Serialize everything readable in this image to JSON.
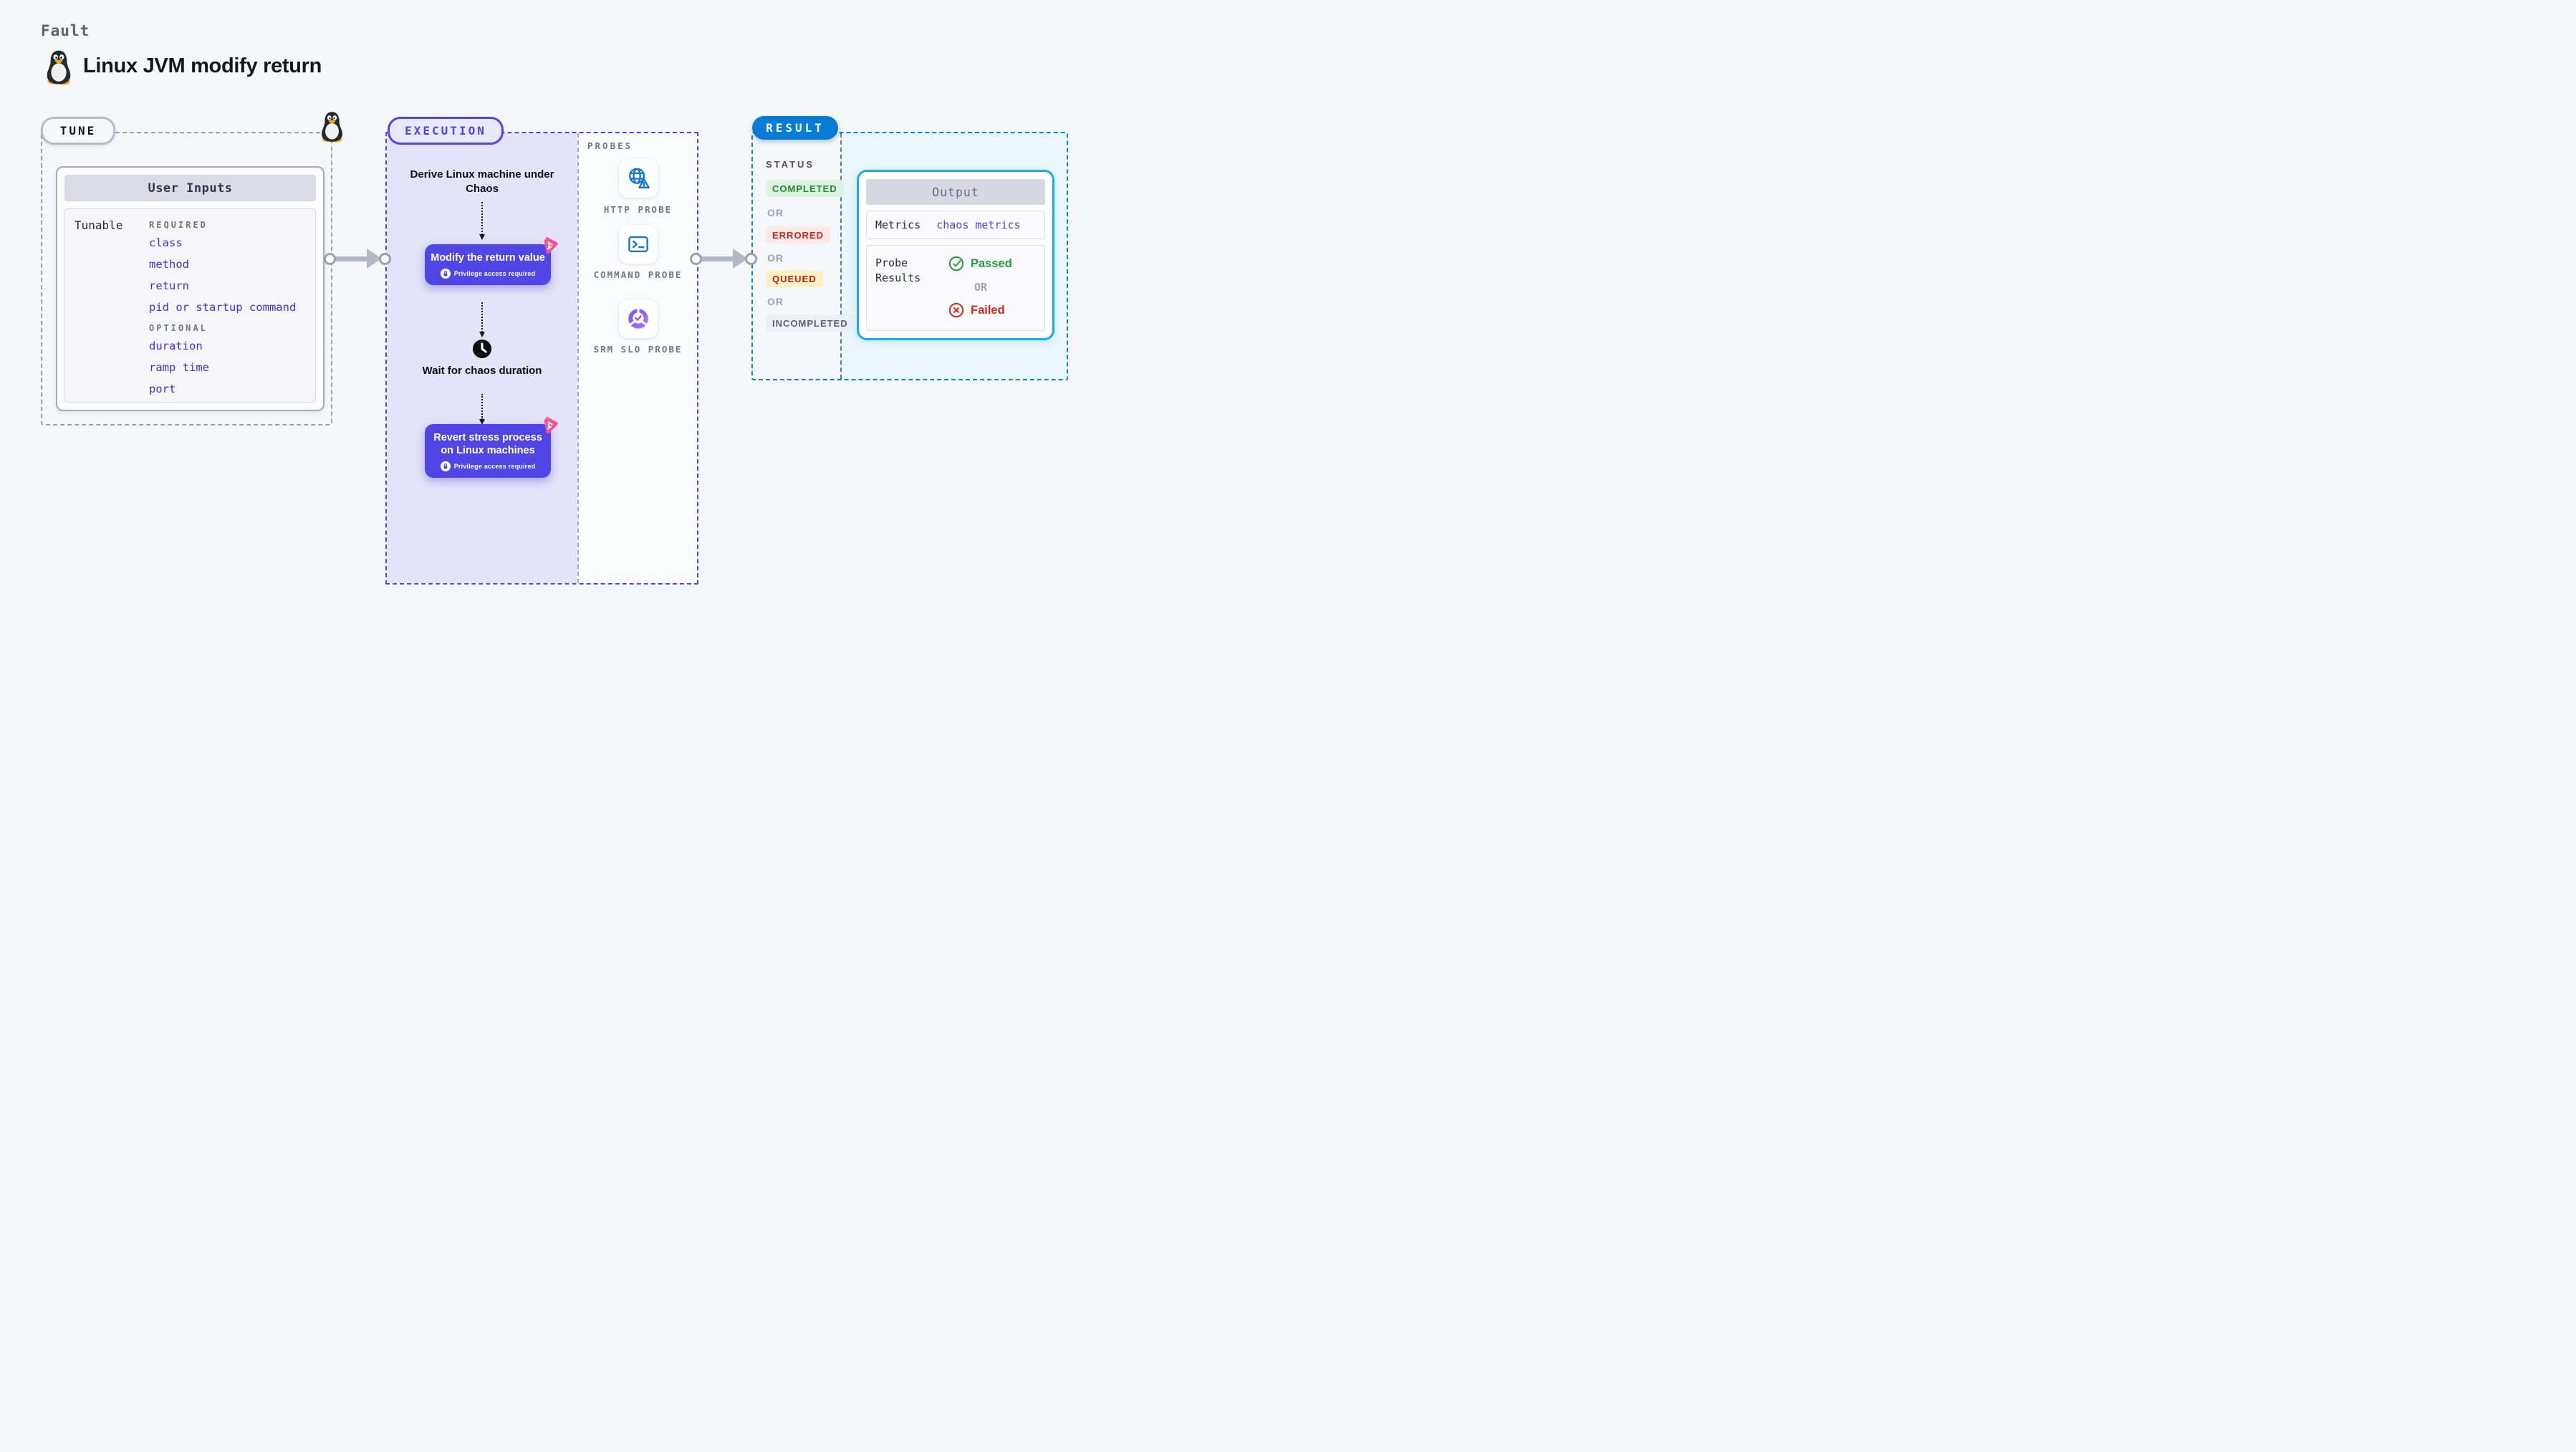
{
  "header": {
    "kind": "Fault",
    "title": "Linux JVM modify return",
    "icon": "tux-penguin-icon"
  },
  "tune": {
    "label": "TUNE",
    "user_inputs": {
      "title": "User Inputs",
      "row_label": "Tunable",
      "required_label": "REQUIRED",
      "required_items": [
        "class",
        "method",
        "return",
        "pid or startup command"
      ],
      "optional_label": "OPTIONAL",
      "optional_items": [
        "duration",
        "ramp time",
        "port"
      ]
    }
  },
  "execution": {
    "label": "EXECUTION",
    "derive_text": "Derive Linux machine under Chaos",
    "action1": "Modify the return value",
    "wait_text": "Wait for chaos duration",
    "action2": "Revert stress process on Linux machines",
    "privilege_note": "Privilege access required",
    "probes": {
      "label": "PROBES",
      "items": [
        {
          "name": "HTTP PROBE",
          "icon": "globe-alert-icon"
        },
        {
          "name": "COMMAND PROBE",
          "icon": "terminal-icon"
        },
        {
          "name": "SRM SLO PROBE",
          "icon": "slo-donut-icon"
        }
      ]
    }
  },
  "result": {
    "label": "RESULT",
    "status": {
      "label": "STATUS",
      "or_label": "OR",
      "badges": [
        {
          "text": "COMPLETED",
          "fg": "#1d8b3a",
          "bg": "#ddf3e0"
        },
        {
          "text": "ERRORED",
          "fg": "#d3261b",
          "bg": "#fce9e8"
        },
        {
          "text": "QUEUED",
          "fg": "#c01c11",
          "bg": "#fcf0c5"
        },
        {
          "text": "INCOMPLETED",
          "fg": "#5b6273",
          "bg": "#edeff6"
        }
      ]
    },
    "output": {
      "title": "Output",
      "metrics_label": "Metrics",
      "metrics_value": "chaos metrics",
      "probe_results_label": "Probe Results",
      "passed_label": "Passed",
      "or_label": "OR",
      "failed_label": "Failed"
    }
  },
  "colors": {
    "page_bg": "#f5f7fa",
    "indigo": "#4f46e5",
    "lavender": "#e4e3f9",
    "result_blue": "#087cd4",
    "result_dash": "#0d83db",
    "cyan_border": "#12b1e8",
    "cyan_bg": "#e9f6fc",
    "link_indigo": "#4130dc",
    "metrics_value_color": "#4b41ee",
    "passed_green": "#1f9d3d",
    "failed_red": "#d8281e",
    "arrow_gray": "#b5b9c7",
    "chaos_pink": "#f7538c",
    "probe_icon_blue": "#1374d4"
  }
}
